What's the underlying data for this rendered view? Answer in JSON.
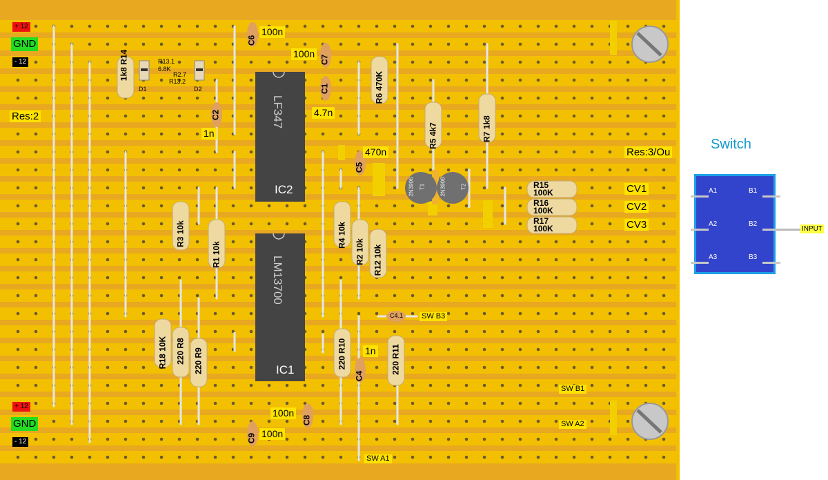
{
  "board": {
    "power": {
      "top_plus": "+ 12",
      "top_gnd": "GND",
      "top_minus": "- 12",
      "bottom_plus": "+ 12",
      "bottom_gnd": "GND",
      "bottom_minus": "- 12"
    },
    "ics": [
      {
        "ref": "IC2",
        "part": "LF347"
      },
      {
        "ref": "IC1",
        "part": "LM13700"
      }
    ],
    "labels": {
      "res2": "Res:2",
      "res3": "Res:3/Ou",
      "cv1": "CV1",
      "cv2": "CV2",
      "cv3": "CV3",
      "sw_b3": "SW B3",
      "sw_b1": "SW B1",
      "sw_a2": "SW A2",
      "sw_a1": "SW A1",
      "c6_val": "100n",
      "c7_val": "100n",
      "c1_val": "4.7n",
      "c2_val": "1n",
      "c5_val": "470n",
      "c4_val": "1n",
      "c8_val": "100n",
      "c9_val": "100n",
      "c41": "C4.1"
    },
    "resistors": {
      "r14": "R14",
      "r14_val": "1k8",
      "r13_1": "R13.1",
      "r13_1_val": "6.8K",
      "r2_7": "R2.7",
      "r13_2": "R13.2",
      "d1": "D1",
      "d2": "D2",
      "r6": "R6",
      "r6_val": "470K",
      "r5": "R5",
      "r5_val": "4k7",
      "r7": "R7",
      "r7_val": "1k8",
      "r15": "R15",
      "r15_val": "100K",
      "r16": "R16",
      "r16_val": "100K",
      "r17": "R17",
      "r17_val": "100K",
      "r3": "R3",
      "r3_val": "10k",
      "r1": "R1",
      "r1_val": "10k",
      "r4": "R4",
      "r4_val": "10k",
      "r2": "R2",
      "r2_val": "10k",
      "r12": "R12",
      "r12_val": "10k",
      "r18": "R18",
      "r18_val": "10K",
      "r8": "R8",
      "r8_val": "220",
      "r9": "R9",
      "r9_val": "220",
      "r10": "R10",
      "r10_val": "220",
      "r11": "R11",
      "r11_val": "220",
      "c6": "C6",
      "c7": "C7",
      "c1": "C1",
      "c2": "C2",
      "c5": "C5",
      "c4": "C4",
      "c8": "C8",
      "c9": "C9"
    },
    "transistors": [
      {
        "ref": "T1",
        "part": "2N3906"
      },
      {
        "ref": "T2",
        "part": "2N3906"
      }
    ]
  },
  "switch": {
    "title": "Switch",
    "pins": [
      "A1",
      "B1",
      "A2",
      "B2",
      "A3",
      "B3"
    ],
    "input": "INPUT"
  },
  "colors": {
    "board": "#f0b42a",
    "strip": "#e8a818",
    "chip": "#444444",
    "resistor": "#eed9a0",
    "capacitor": "#e0a060",
    "wire": "#d8d8d8"
  }
}
